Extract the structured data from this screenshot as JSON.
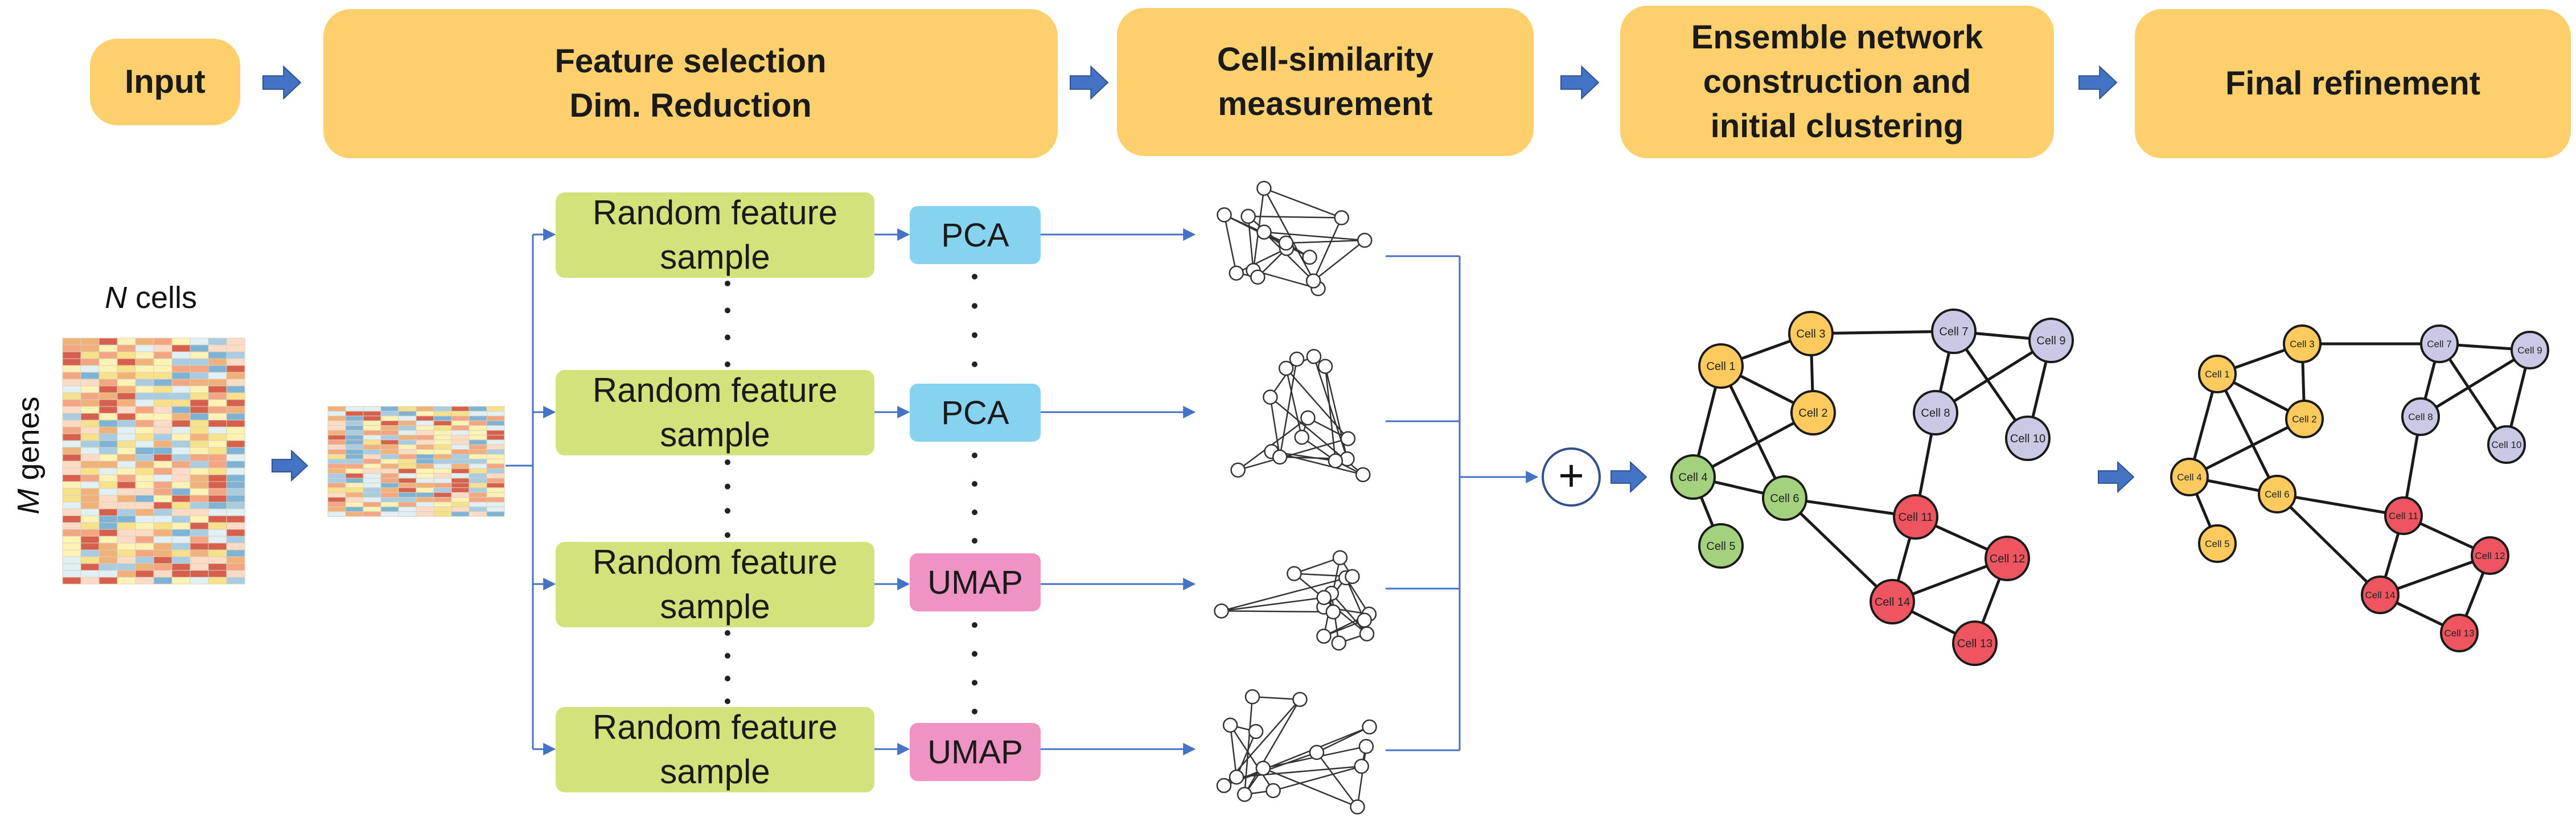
{
  "stages": [
    {
      "id": "input",
      "lines": [
        "Input"
      ]
    },
    {
      "id": "feature",
      "lines": [
        "Feature selection",
        "Dim. Reduction"
      ]
    },
    {
      "id": "similarity",
      "lines": [
        "Cell-similarity",
        "measurement"
      ]
    },
    {
      "id": "ensemble",
      "lines": [
        "Ensemble network",
        "construction and",
        "initial clustering"
      ]
    },
    {
      "id": "refine",
      "lines": [
        "Final refinement"
      ]
    }
  ],
  "matrix": {
    "cells_italic": "N",
    "cells_text": " cells",
    "genes_italic": "M",
    "genes_text": " genes"
  },
  "rows": [
    {
      "sample_lines": [
        "Random feature",
        "sample"
      ],
      "method": "PCA"
    },
    {
      "sample_lines": [
        "Random feature",
        "sample"
      ],
      "method": "PCA"
    },
    {
      "sample_lines": [
        "Random feature",
        "sample"
      ],
      "method": "UMAP"
    },
    {
      "sample_lines": [
        "Random feature",
        "sample"
      ],
      "method": "UMAP"
    }
  ],
  "ensemble_symbol": "+",
  "network_nodes": [
    {
      "id": "c1",
      "label": "Cell 1",
      "cluster": "yellow"
    },
    {
      "id": "c3",
      "label": "Cell 3",
      "cluster": "yellow"
    },
    {
      "id": "c2",
      "label": "Cell 2",
      "cluster": "yellow"
    },
    {
      "id": "c7",
      "label": "Cell 7",
      "cluster": "lavender"
    },
    {
      "id": "c9",
      "label": "Cell 9",
      "cluster": "lavender"
    },
    {
      "id": "c8",
      "label": "Cell 8",
      "cluster": "lavender"
    },
    {
      "id": "c10",
      "label": "Cell 10",
      "cluster": "lavender"
    },
    {
      "id": "c4",
      "label": "Cell 4",
      "cluster": "green"
    },
    {
      "id": "c6",
      "label": "Cell 6",
      "cluster": "green"
    },
    {
      "id": "c5",
      "label": "Cell 5",
      "cluster": "green"
    },
    {
      "id": "c11",
      "label": "Cell 11",
      "cluster": "red"
    },
    {
      "id": "c12",
      "label": "Cell 12",
      "cluster": "red"
    },
    {
      "id": "c14",
      "label": "Cell 14",
      "cluster": "red"
    },
    {
      "id": "c13",
      "label": "Cell 13",
      "cluster": "red"
    }
  ],
  "refined_clusters": {
    "c4": "yellow",
    "c6": "yellow",
    "c5": "yellow"
  },
  "network_edges": [
    [
      "c1",
      "c3"
    ],
    [
      "c3",
      "c7"
    ],
    [
      "c3",
      "c2"
    ],
    [
      "c1",
      "c2"
    ],
    [
      "c1",
      "c4"
    ],
    [
      "c1",
      "c6"
    ],
    [
      "c4",
      "c2"
    ],
    [
      "c4",
      "c6"
    ],
    [
      "c4",
      "c5"
    ],
    [
      "c6",
      "c11"
    ],
    [
      "c6",
      "c14"
    ],
    [
      "c7",
      "c9"
    ],
    [
      "c7",
      "c8"
    ],
    [
      "c7",
      "c10"
    ],
    [
      "c9",
      "c8"
    ],
    [
      "c9",
      "c10"
    ],
    [
      "c8",
      "c11"
    ],
    [
      "c11",
      "c12"
    ],
    [
      "c11",
      "c14"
    ],
    [
      "c12",
      "c14"
    ],
    [
      "c12",
      "c13"
    ],
    [
      "c14",
      "c13"
    ]
  ],
  "colors": {
    "stage": "#FDD06D",
    "sample": "#D3E27A",
    "pca": "#86D3F0",
    "umap": "#EE93C3",
    "arrow": "#4472C4",
    "yellow": "#FDCA5E",
    "lavender": "#C9C9E6",
    "green": "#A3D17E",
    "red": "#EE5560"
  }
}
